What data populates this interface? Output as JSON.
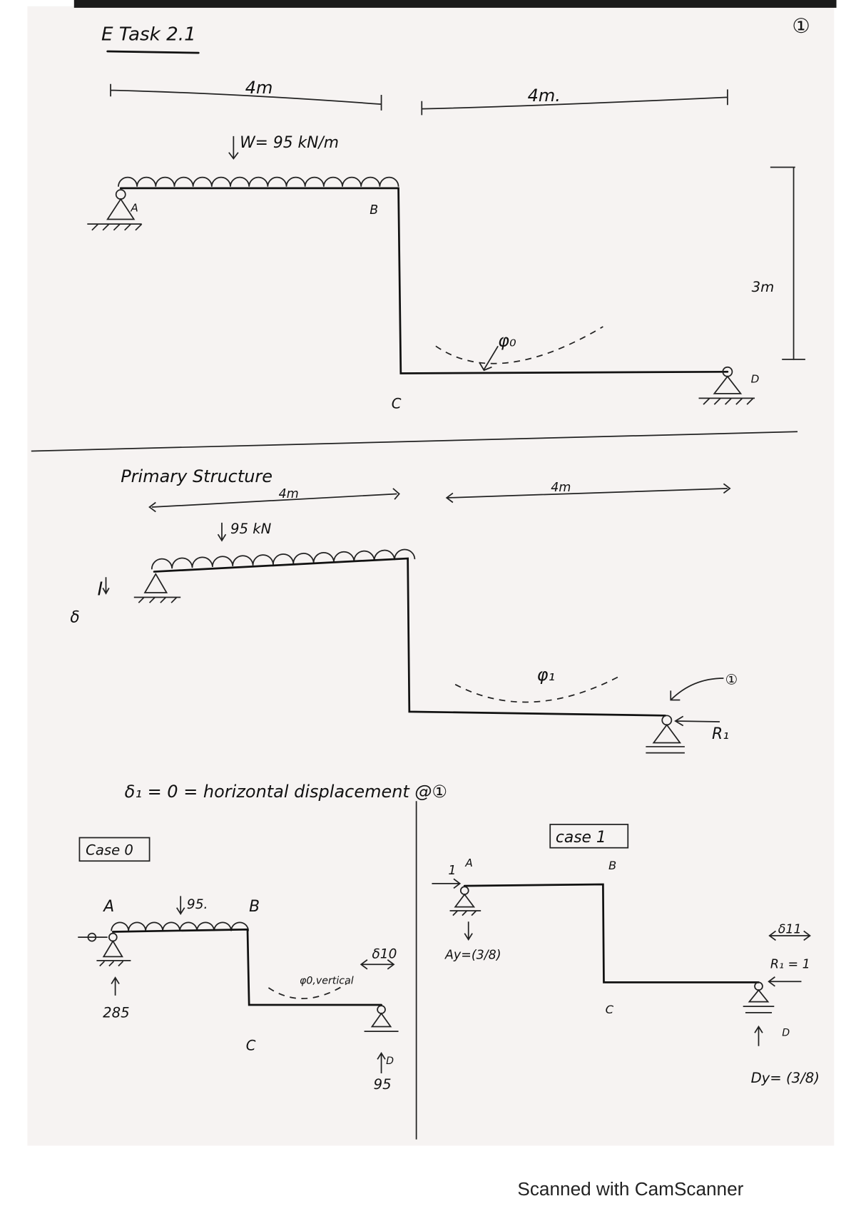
{
  "page": {
    "title": "E Task 2.1",
    "page_number": "①",
    "footer": "Scanned with CamScanner"
  },
  "figure1": {
    "span_ab": "4m",
    "span_cd": "4m.",
    "load": "W= 95 kN/m",
    "label_a": "A",
    "label_b": "B",
    "label_c": "C",
    "label_d": "D",
    "height": "3m",
    "rotation": "φ₀"
  },
  "primary": {
    "heading": "Primary Structure",
    "span_left": "4m",
    "span_right": "4m",
    "load": "95 kN",
    "symbol_i": "I",
    "symbol_delta": "δ",
    "rotation": "φ₁",
    "node": "①",
    "reaction": "R₁"
  },
  "condition": "δ₁ = 0  = horizontal displacement @①",
  "case0": {
    "label": "Case 0",
    "label_a": "A",
    "load": "95.",
    "label_b": "B",
    "label_c": "C",
    "rotation": "φ0,vertical",
    "displacement": "δ10",
    "reaction_a": "285",
    "label_d": "D",
    "reaction_d": "95"
  },
  "case1": {
    "label": "case 1",
    "unit_load": "1",
    "label_a": "A",
    "label_b": "B",
    "label_c": "C",
    "ay": "Ay=(3/8)",
    "displacement": "δ11",
    "r1": "R₁ = 1",
    "label_d": "D",
    "dy": "Dy= (3/8)"
  }
}
